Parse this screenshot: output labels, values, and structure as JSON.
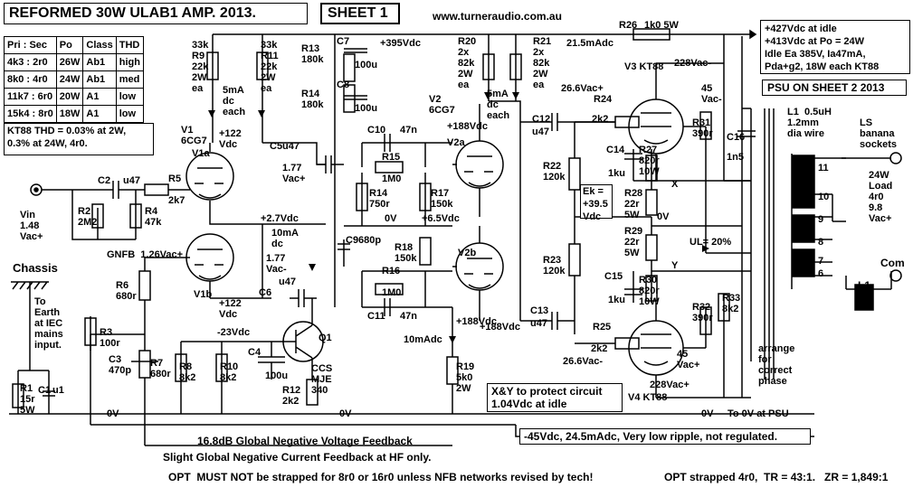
{
  "header": {
    "title": "REFORMED 30W ULAB1 AMP. 2013.",
    "sheet": "SHEET 1",
    "website": "www.turneraudio.com.au"
  },
  "ratio_table": {
    "headers": [
      "Pri : Sec",
      "Po",
      "Class",
      "THD"
    ],
    "rows": [
      [
        "4k3 : 2r0",
        "26W",
        "Ab1",
        "high"
      ],
      [
        "8k0 : 4r0",
        "24W",
        "Ab1",
        "med"
      ],
      [
        "11k7 : 6r0",
        "20W",
        "A1",
        "low"
      ],
      [
        "15k4 : 8r0",
        "18W",
        "A1",
        "low"
      ]
    ],
    "thd_note_1": "KT88 THD = 0.03% at 2W,",
    "thd_note_2": "0.3% at 24W, 4r0."
  },
  "notes_box": [
    "+427Vdc at idle",
    "+413Vdc at Po = 24W",
    "Idle Ea 385V,  Ia47mA,",
    "Pda+g2, 18W each KT88"
  ],
  "psu_note": "PSU ON SHEET 2  2013",
  "protect_note": [
    "X&Y to protect circuit",
    "1.04Vdc at idle"
  ],
  "feedback_box": "-45Vdc, 24.5mAdc, Very low ripple, not regulated.",
  "ek_box": [
    "Ek =",
    "+39.5",
    "Vdc"
  ],
  "labels": {
    "r9": "33k\nR9\n22k\n2W\nea",
    "r11": "33k\nR11\n22k\n2W\nea",
    "r13": "R13\n180k",
    "r14": "R14\n180k",
    "c7": "C7",
    "c7v": "100u",
    "c8": "C8",
    "c8v": "100u",
    "v395": "+395Vdc",
    "r20": "R20\n2x\n82k\n2W\nea",
    "r21": "R21\n2x\n82k\n2W\nea",
    "ma215": "21.5mAdc",
    "r26": "R26",
    "r26v": "1k0 5W",
    "v3": "V3 KT88",
    "v228a": "228Vac-",
    "v266a": "26.6Vac+",
    "r24": "R24",
    "r24v": "2k2",
    "v45a": "45",
    "vac_a": "Vac-",
    "r31": "R31\n390r",
    "c16": "C16",
    "c16v": "1n5",
    "l1a": "L1  0.5uH",
    "l1b": "1.2mm",
    "l1c": "dia wire",
    "ls": "LS\nbanana\nsockets",
    "load": "24W\nLoad\n4r0\n9.8\nVac+",
    "t11": "11",
    "t10": "10",
    "t9": "9",
    "t8": "8",
    "t7": "7",
    "t6": "6",
    "com": "Com",
    "l1": "L1",
    "c12": "C12",
    "c12v": "u47",
    "c14": "C14",
    "c14v": "1ku",
    "r27": "R27\n820r\n10W",
    "x": "X",
    "r22": "R22\n120k",
    "r28": "R28\n22r\n5W",
    "v0b": "0V",
    "r29": "R29\n22r\n5W",
    "ul": "UL= 20%",
    "y": "Y",
    "r23": "R23\n120k",
    "c15": "C15",
    "c15v": "1ku",
    "r30": "R30\n820r\n10W",
    "r32": "R32\n390r",
    "r33": "R33\n8k2",
    "r25": "R25",
    "r25v": "2k2",
    "c13": "C13",
    "c13v": "u47",
    "v188c": "+188Vdc",
    "v266b": "26.6Vac-",
    "v45b": "45",
    "vac_b": "Vac+",
    "v228b": "228Vac+",
    "v4": "V4 KT88",
    "arrange": "arrange\nfor\ncorrect\nphase",
    "v0c": "0V",
    "to0v": "To 0V at PSU",
    "v2": "V2\n6CG7",
    "v188a": "+188Vdc",
    "v2a": "V2a",
    "ma5b": "5mA\ndc\neach",
    "c10": "C10",
    "c10v": "47n",
    "r15": "R15",
    "r15v": "1M0",
    "r14b": "R14\n750r",
    "r17": "R17\n150k",
    "v0a": "0V",
    "v65": "+6.5Vdc",
    "c9": "C9",
    "c9v": "680p",
    "r18": "R18\n150k",
    "v2b": "V2b",
    "r16": "R16",
    "r16v": "1M0",
    "c11": "C11",
    "c11v": "47n",
    "v188b": "+188Vdc",
    "ma10": "10mAdc",
    "r19": "R19\n5k0\n2W",
    "v0d": "0V",
    "v1": "V1\n6CG7",
    "v1a": "V1a",
    "v122a": "+122\nVdc",
    "ma5a": "5mA\ndc\neach",
    "c5": "C5",
    "c5v": "u47",
    "v177a": "1.77\nVac+",
    "v27": "+2.7Vdc",
    "ma10b": "10mA\ndc",
    "v177b": "1.77\nVac-",
    "c6v": "u47",
    "c6": "C6",
    "gnfb": "GNFB  1.26Vac+",
    "v1b": "V1b",
    "v122b": "+122\nVdc",
    "v23": "-23Vdc",
    "q1": "Q1",
    "c4": "C4",
    "c4v": "100u",
    "ccs": "CCS\nMJE\n340",
    "r12": "R12\n2k2",
    "r8": "R8\n8k2",
    "r10": "R10\n8k2",
    "r6": "R6\n680r",
    "r3": "R3\n100r",
    "c3": "C3\n470p",
    "r7": "R7\n680r",
    "vin": "Vin\n1.48\nVac+",
    "c2": "C2",
    "c2v": "u47",
    "r5": "R5",
    "r5v": "2k7",
    "r2": "R2\n2M2",
    "r4": "R4\n47k",
    "chassis": "Chassis",
    "earth": "To\nEarth\nat IEC\nmains\ninput.",
    "r1": "R1\n15r\n5W",
    "c1": "C1",
    "c1v": "u1",
    "v0e": "0V",
    "gnvf": "16.8dB Global Negative Voltage Feedback",
    "gncf": "Slight Global Negative Current Feedback at HF only.",
    "opt_warn": "OPT  MUST NOT be strapped for 8r0 or 16r0 unless NFB networks revised by tech!",
    "opt_strap": "OPT strapped 4r0,  TR = 43:1.   ZR = 1,849:1"
  }
}
